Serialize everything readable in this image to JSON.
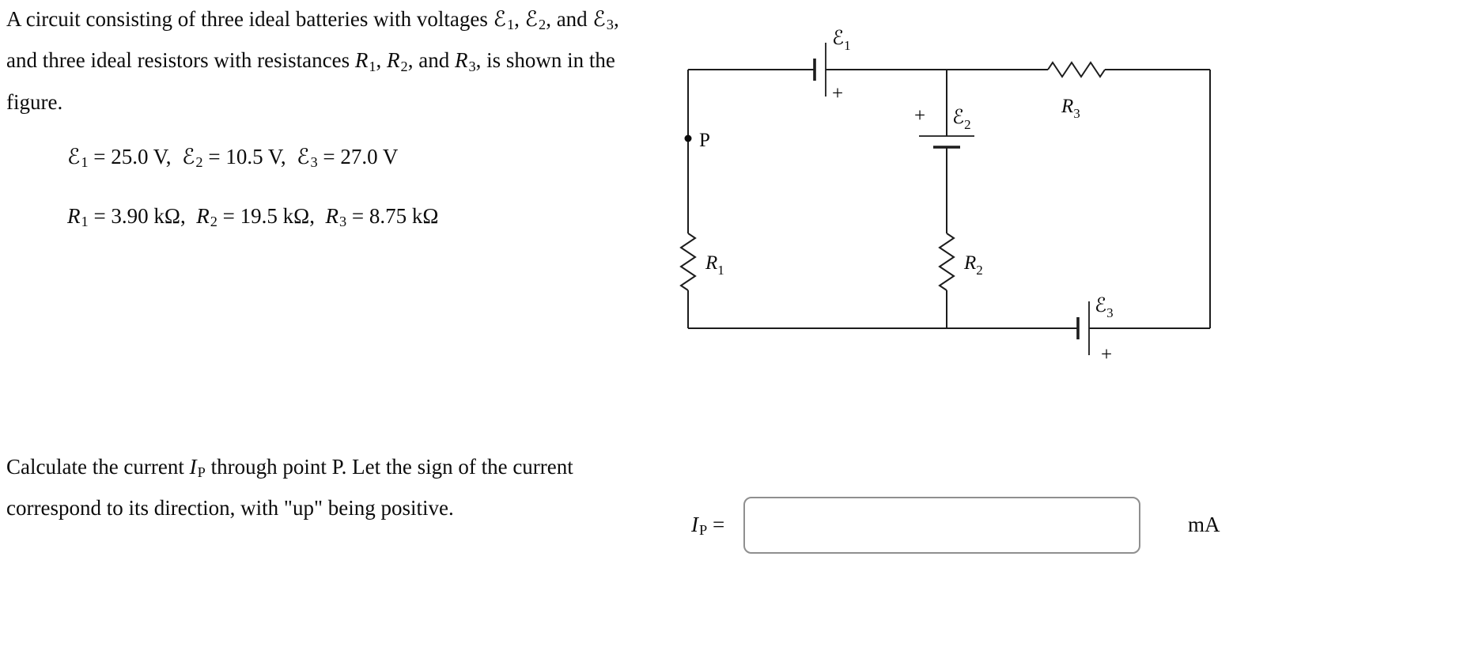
{
  "problem": {
    "statement_runs": [
      {
        "t": "A circuit consisting of three ideal batteries with voltages "
      },
      {
        "t": "ℰ"
      },
      {
        "t": "1",
        "s": "sub"
      },
      {
        "t": ", "
      },
      {
        "t": "ℰ"
      },
      {
        "t": "2",
        "s": "sub"
      },
      {
        "t": ", and "
      },
      {
        "t": "ℰ"
      },
      {
        "t": "3",
        "s": "sub"
      },
      {
        "t": ", and three ideal resistors with resistances "
      },
      {
        "t": "R",
        "s": "i"
      },
      {
        "t": "1",
        "s": "sub"
      },
      {
        "t": ", "
      },
      {
        "t": "R",
        "s": "i"
      },
      {
        "t": "2",
        "s": "sub"
      },
      {
        "t": ", and "
      },
      {
        "t": "R",
        "s": "i"
      },
      {
        "t": "3",
        "s": "sub"
      },
      {
        "t": ", is shown in the figure."
      }
    ],
    "given_emf_runs": [
      {
        "t": "ℰ"
      },
      {
        "t": "1",
        "s": "sub"
      },
      {
        "t": " = 25.0 V,  "
      },
      {
        "t": "ℰ"
      },
      {
        "t": "2",
        "s": "sub"
      },
      {
        "t": " = 10.5 V,  "
      },
      {
        "t": "ℰ"
      },
      {
        "t": "3",
        "s": "sub"
      },
      {
        "t": " = 27.0 V"
      }
    ],
    "given_r_runs": [
      {
        "t": "R",
        "s": "i"
      },
      {
        "t": "1",
        "s": "sub"
      },
      {
        "t": " = 3.90 kΩ,  "
      },
      {
        "t": "R",
        "s": "i"
      },
      {
        "t": "2",
        "s": "sub"
      },
      {
        "t": " = 19.5 kΩ,  "
      },
      {
        "t": "R",
        "s": "i"
      },
      {
        "t": "3",
        "s": "sub"
      },
      {
        "t": " = 8.75 kΩ"
      }
    ],
    "question_runs": [
      {
        "t": "Calculate the current "
      },
      {
        "t": "I",
        "s": "i"
      },
      {
        "t": "P",
        "s": "sub"
      },
      {
        "t": " through point P. Let the sign of the current correspond to its direction, with \"up\" being positive."
      }
    ]
  },
  "circuit": {
    "emf1": {
      "sym": "ℰ",
      "sub": "1",
      "plus": "+"
    },
    "emf2": {
      "sym": "ℰ",
      "sub": "2",
      "plus": "+"
    },
    "emf3": {
      "sym": "ℰ",
      "sub": "3",
      "plus": "+"
    },
    "r1": {
      "sym": "R",
      "sub": "1"
    },
    "r2": {
      "sym": "R",
      "sub": "2"
    },
    "r3": {
      "sym": "R",
      "sub": "3"
    },
    "point_p": "P"
  },
  "answer": {
    "label_runs": [
      {
        "t": "I",
        "s": "i"
      },
      {
        "t": "P",
        "s": "sub"
      },
      {
        "t": " ="
      }
    ],
    "input_value": "",
    "unit": "mA"
  }
}
